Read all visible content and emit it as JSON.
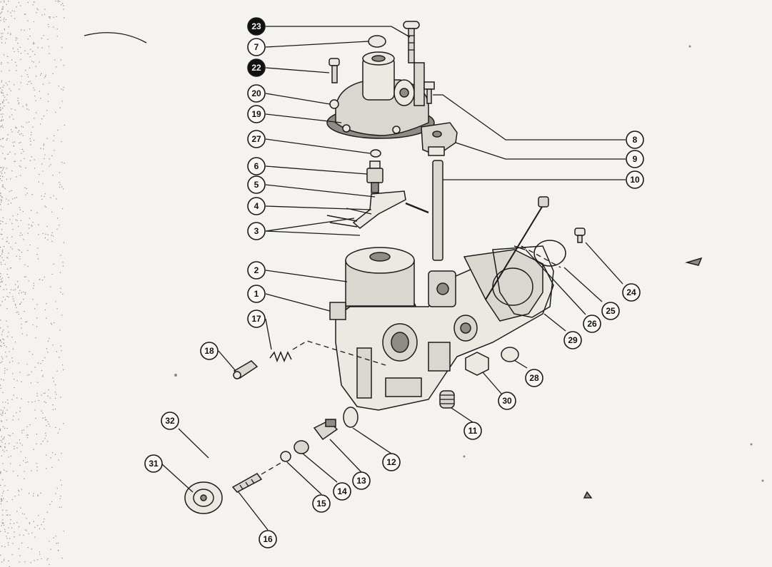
{
  "diagram": {
    "kind": "exploded-parts-view",
    "callouts": [
      {
        "id": "23",
        "label": "23",
        "filled": true
      },
      {
        "id": "7",
        "label": "7",
        "filled": false
      },
      {
        "id": "22",
        "label": "22",
        "filled": true
      },
      {
        "id": "20",
        "label": "20",
        "filled": false
      },
      {
        "id": "19",
        "label": "19",
        "filled": false
      },
      {
        "id": "27",
        "label": "27",
        "filled": false
      },
      {
        "id": "6",
        "label": "6",
        "filled": false
      },
      {
        "id": "5",
        "label": "5",
        "filled": false
      },
      {
        "id": "4",
        "label": "4",
        "filled": false
      },
      {
        "id": "3",
        "label": "3",
        "filled": false
      },
      {
        "id": "2",
        "label": "2",
        "filled": false
      },
      {
        "id": "1",
        "label": "1",
        "filled": false
      },
      {
        "id": "17",
        "label": "17",
        "filled": false
      },
      {
        "id": "18",
        "label": "18",
        "filled": false
      },
      {
        "id": "32",
        "label": "32",
        "filled": false
      },
      {
        "id": "31",
        "label": "31",
        "filled": false
      },
      {
        "id": "16",
        "label": "16",
        "filled": false
      },
      {
        "id": "15",
        "label": "15",
        "filled": false
      },
      {
        "id": "14",
        "label": "14",
        "filled": false
      },
      {
        "id": "13",
        "label": "13",
        "filled": false
      },
      {
        "id": "12",
        "label": "12",
        "filled": false
      },
      {
        "id": "11",
        "label": "11",
        "filled": false
      },
      {
        "id": "30",
        "label": "30",
        "filled": false
      },
      {
        "id": "28",
        "label": "28",
        "filled": false
      },
      {
        "id": "29",
        "label": "29",
        "filled": false
      },
      {
        "id": "26",
        "label": "26",
        "filled": false
      },
      {
        "id": "25",
        "label": "25",
        "filled": false
      },
      {
        "id": "24",
        "label": "24",
        "filled": false
      },
      {
        "id": "8",
        "label": "8",
        "filled": false
      },
      {
        "id": "9",
        "label": "9",
        "filled": false
      },
      {
        "id": "10",
        "label": "10",
        "filled": false
      }
    ],
    "colors": {
      "background": "#f4f3ef",
      "ink": "#1a1a1a",
      "part_fill": "#d9d7d0"
    }
  }
}
